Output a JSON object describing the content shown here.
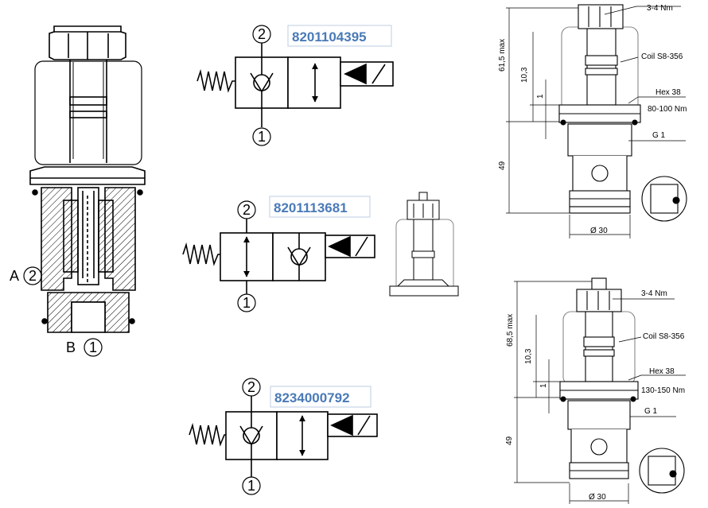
{
  "valve_section": {
    "port_a_letter": "A",
    "port_a_number": "2",
    "port_b_letter": "B",
    "port_b_number": "1"
  },
  "symbols": [
    {
      "part_number": "8201104395",
      "port_top": "2",
      "port_bottom": "1"
    },
    {
      "part_number": "8201113681",
      "port_top": "2",
      "port_bottom": "1"
    },
    {
      "part_number": "8234000792",
      "port_top": "2",
      "port_bottom": "1"
    }
  ],
  "dim_drawing_top": {
    "torque_nut": "3-4 Nm",
    "coil": "Coil S8-356",
    "height_max": "61,5 max",
    "dim_10_3": "10,3",
    "dim_1": "1",
    "hex": "Hex 38",
    "hex_torque": "80-100 Nm",
    "thread": "G 1",
    "dim_49": "49",
    "diameter": "Ø 30"
  },
  "dim_drawing_bottom": {
    "torque_nut": "3-4 Nm",
    "coil": "Coil S8-356",
    "height_max": "68,5 max",
    "dim_10_3": "10,3",
    "dim_1": "1",
    "hex": "Hex 38",
    "hex_torque": "130-150 Nm",
    "thread": "G 1",
    "dim_49": "49",
    "diameter": "Ø 30"
  }
}
